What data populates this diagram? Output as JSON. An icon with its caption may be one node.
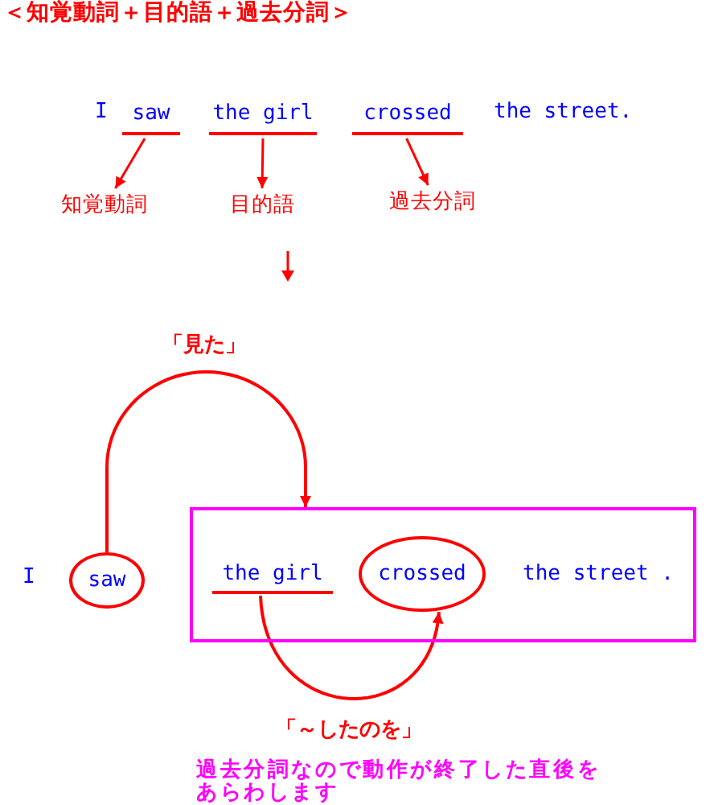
{
  "diagram": {
    "title": "＜知覚動詞＋目的語＋過去分詞＞",
    "nodes": [
      {
        "text": [
          "saw"
        ]
      },
      {
        "text": [
          "the girl"
        ]
      },
      {
        "text": [
          "crossed"
        ]
      },
      {
        "text": [
          "知覚動詞"
        ]
      },
      {
        "text": [
          "目的語"
        ]
      },
      {
        "text": [
          "過去分詞"
        ]
      },
      {
        "text": [
          "saw"
        ]
      },
      {
        "text": [],
        "shape": "box"
      },
      {
        "text": [
          "the girl"
        ],
        "in": 7
      },
      {
        "text": [
          "crossed"
        ],
        "in": 7
      },
      {
        "text": [
          "the street ."
        ],
        "in": 7
      }
    ],
    "edges": [
      {
        "from": 0,
        "to": 3,
        "arrow": "to"
      },
      {
        "from": 1,
        "to": 4,
        "arrow": "to"
      },
      {
        "from": 2,
        "to": 5,
        "arrow": "to"
      },
      {
        "from": 6,
        "to": 7,
        "arrow": "to",
        "label": "「見た」"
      },
      {
        "from": 8,
        "to": 9,
        "arrow": "to",
        "label": "「～したのを」"
      }
    ],
    "labels": [
      "I",
      "the street.",
      "I",
      "過去分詞なので動作が終了した直後をあらわします"
    ]
  }
}
